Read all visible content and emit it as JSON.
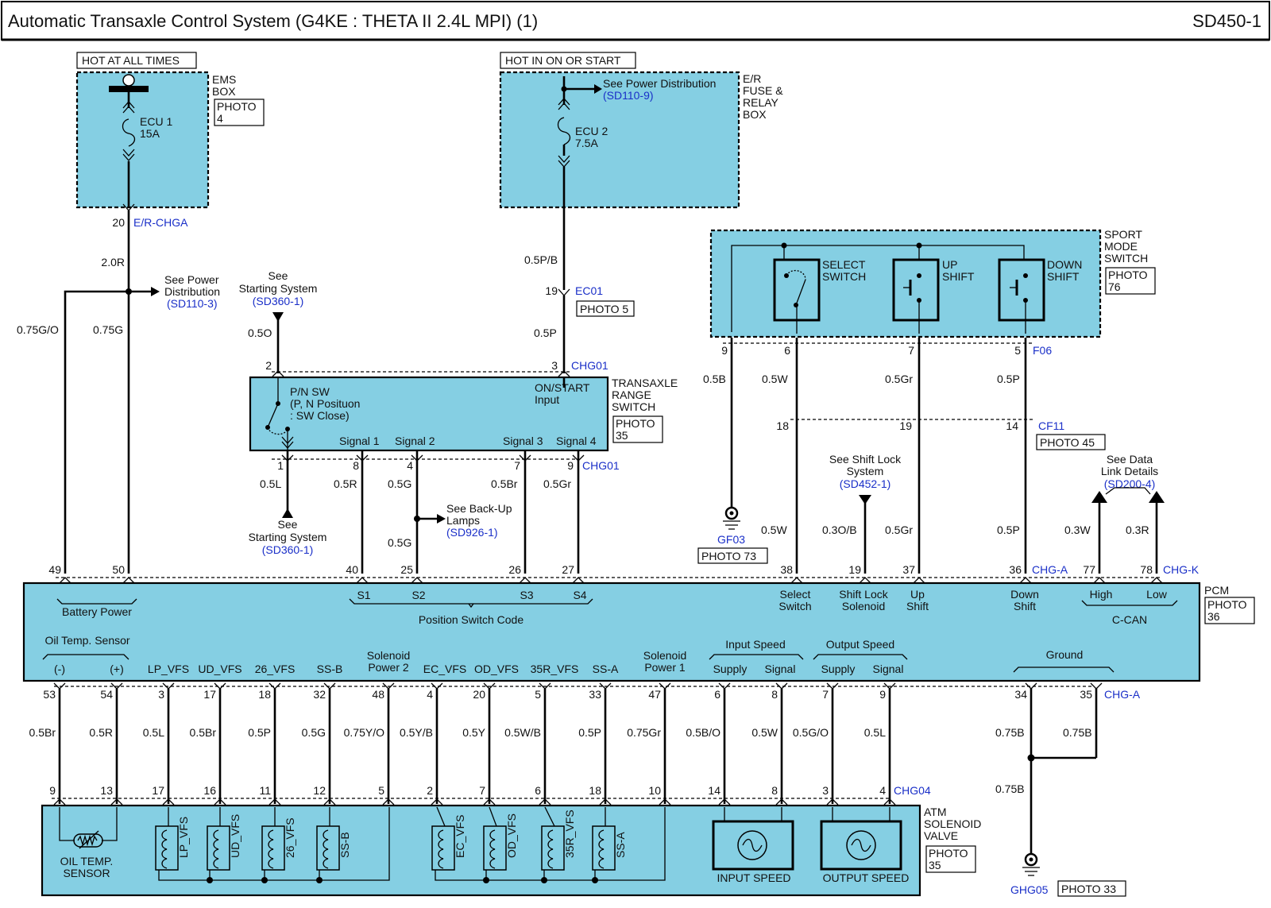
{
  "header": {
    "title": "Automatic Transaxle Control System (G4KE : THETA II 2.4L MPI) (1)",
    "code": "SD450-1"
  },
  "power": {
    "hot_all": "HOT AT ALL TIMES",
    "hot_on": "HOT IN ON OR START",
    "ems_box": [
      "EMS",
      "BOX"
    ],
    "er_box": [
      "E/R",
      "FUSE &",
      "RELAY",
      "BOX"
    ],
    "ecu1": [
      "ECU 1",
      "15A"
    ],
    "ecu2": [
      "ECU 2",
      "7.5A"
    ],
    "photo4": [
      "PHOTO",
      "4"
    ],
    "pd_top": [
      "See Power Distribution",
      "(SD110-9)"
    ],
    "pd_left": [
      "See Power",
      "Distribution",
      "(SD110-3)"
    ]
  },
  "connectors": {
    "er_chga": "E/R-CHGA",
    "ec01": "EC01",
    "chg01_a": "CHG01",
    "chg01_b": "CHG01",
    "f06": "F06",
    "cf11": "CF11",
    "chg_a": "CHG-A",
    "chg_k": "CHG-K",
    "chg_a_b": "CHG-A",
    "chg04": "CHG04",
    "gf03": "GF03",
    "ghg05": "GHG05",
    "photo5": "PHOTO 5",
    "photo45": "PHOTO 45",
    "photo73": "PHOTO 73",
    "photo33": "PHOTO 33"
  },
  "wires": {
    "w_2_0r": "2.0R",
    "w_075go": "0.75G/O",
    "w_075g": "0.75G",
    "w_05o": "0.5O",
    "w_05pb": "0.5P/B",
    "w_05p_top": "0.5P",
    "w_05l": "0.5L",
    "w_05r": "0.5R",
    "w_05g": "0.5G",
    "w_05g2": "0.5G",
    "w_05br": "0.5Br",
    "w_05gr": "0.5Gr",
    "w_05b": "0.5B",
    "w_05w": "0.5W",
    "w_05gr2": "0.5Gr",
    "w_05p2": "0.5P",
    "w_05w_b": "0.5W",
    "w_03ob": "0.3O/B",
    "w_05gr_b": "0.5Gr",
    "w_05p_b": "0.5P",
    "w_03w": "0.3W",
    "w_03r": "0.3R",
    "bot": [
      "0.5Br",
      "0.5R",
      "0.5L",
      "0.5Br",
      "0.5P",
      "0.5G",
      "0.75Y/O",
      "0.5Y/B",
      "0.5Y",
      "0.5W/B",
      "0.5P",
      "0.75Gr",
      "0.5B/O",
      "0.5W",
      "0.5G/O",
      "0.5L"
    ],
    "gnd1": "0.75B",
    "gnd2": "0.75B",
    "gnd3": "0.75B"
  },
  "pins": {
    "p20": "20",
    "p19": "19",
    "p2": "2",
    "p3": "3",
    "p1": "1",
    "p8": "8",
    "p4": "4",
    "p7": "7",
    "p9b": "9",
    "sm9": "9",
    "sm6": "6",
    "sm7": "7",
    "sm5": "5",
    "cf18": "18",
    "cf19": "19",
    "cf14": "14",
    "pcm_top": [
      "49",
      "50",
      "40",
      "25",
      "26",
      "27",
      "38",
      "19",
      "37",
      "36",
      "77",
      "78"
    ],
    "pcm_bot": [
      "53",
      "54",
      "3",
      "17",
      "18",
      "32",
      "48",
      "4",
      "20",
      "5",
      "33",
      "47",
      "6",
      "8",
      "7",
      "9",
      "34",
      "35"
    ],
    "atm": [
      "9",
      "13",
      "17",
      "16",
      "11",
      "12",
      "5",
      "2",
      "7",
      "6",
      "18",
      "10",
      "14",
      "8",
      "3",
      "4"
    ]
  },
  "starting": {
    "top": [
      "See",
      "Starting System",
      "(SD360-1)"
    ],
    "bot": [
      "See",
      "Starting System",
      "(SD360-1)"
    ]
  },
  "trs": {
    "name": [
      "TRANSAXLE",
      "RANGE",
      "SWITCH"
    ],
    "photo": [
      "PHOTO",
      "35"
    ],
    "pn": [
      "P/N SW",
      "(P, N Posituon",
      ": SW Close)"
    ],
    "on": [
      "ON/START",
      "Input"
    ],
    "signals": [
      "Signal 1",
      "Signal 2",
      "Signal 3",
      "Signal 4"
    ]
  },
  "backup": [
    "See Back-Up",
    "Lamps",
    "(SD926-1)"
  ],
  "sport": {
    "name": [
      "SPORT",
      "MODE",
      "SWITCH"
    ],
    "photo": [
      "PHOTO",
      "76"
    ],
    "select": [
      "SELECT",
      "SWITCH"
    ],
    "up": [
      "UP",
      "SHIFT"
    ],
    "down": [
      "DOWN",
      "SHIFT"
    ]
  },
  "shiftlock": [
    "See Shift Lock",
    "System",
    "(SD452-1)"
  ],
  "datalink": [
    "See Data",
    "Link Details",
    "(SD200-4)"
  ],
  "pcm": {
    "name": "PCM",
    "photo": [
      "PHOTO",
      "36"
    ],
    "battery": "Battery Power",
    "s": [
      "S1",
      "S2",
      "S3",
      "S4"
    ],
    "position": "Position Switch Code",
    "select": [
      "Select",
      "Switch"
    ],
    "shiftlock": [
      "Shift Lock",
      "Solenoid"
    ],
    "up": [
      "Up",
      "Shift"
    ],
    "down": [
      "Down",
      "Shift"
    ],
    "high": "High",
    "low": "Low",
    "ccan": "C-CAN",
    "oiltemp": "Oil Temp. Sensor",
    "minus": "(-)",
    "plus": "(+)",
    "bot_labels": [
      "LP_VFS",
      "UD_VFS",
      "26_VFS",
      "SS-B",
      "EC_VFS",
      "OD_VFS",
      "35R_VFS",
      "SS-A"
    ],
    "sp2": [
      "Solenoid",
      "Power 2"
    ],
    "sp1": [
      "Solenoid",
      "Power 1"
    ],
    "inspeed": "Input Speed",
    "outspeed": "Output Speed",
    "supply": "Supply",
    "signal": "Signal",
    "supply2": "Supply",
    "signal2": "Signal",
    "ground": "Ground"
  },
  "atm": {
    "name": [
      "ATM",
      "SOLENOID",
      "VALVE"
    ],
    "photo": [
      "PHOTO",
      "35"
    ],
    "oiltemp": [
      "OIL TEMP.",
      "SENSOR"
    ],
    "coils": [
      "LP_VFS",
      "UD_VFS",
      "26_VFS",
      "SS-B",
      "EC_VFS",
      "OD_VFS",
      "35R_VFS",
      "SS-A"
    ],
    "inspeed": "INPUT SPEED",
    "outspeed": "OUTPUT SPEED"
  }
}
